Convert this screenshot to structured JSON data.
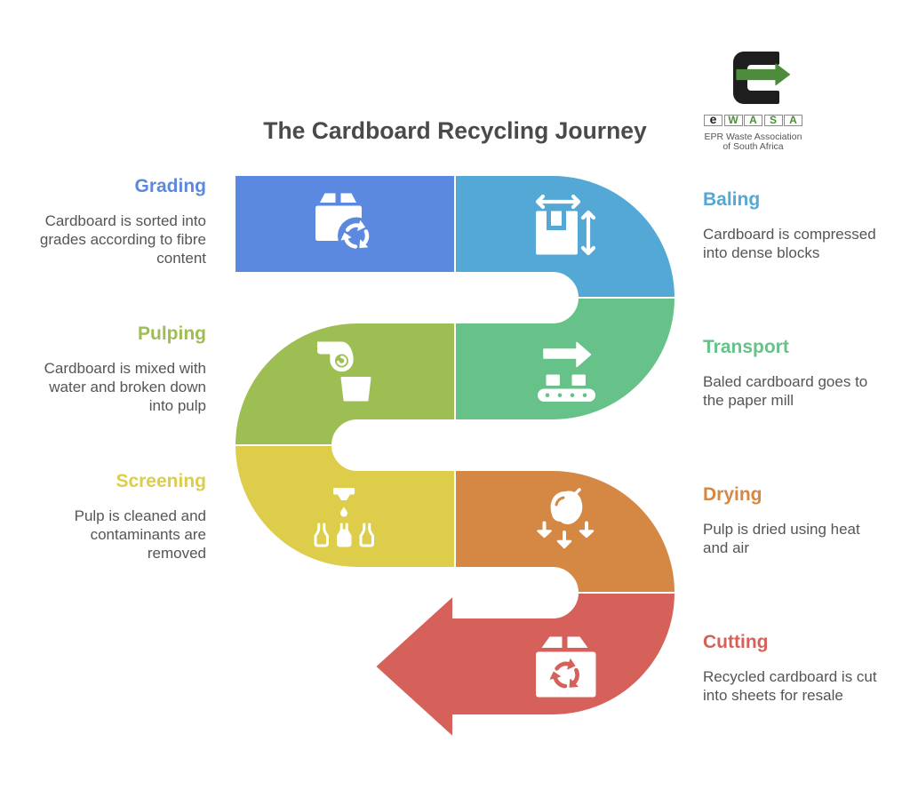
{
  "title": "The Cardboard Recycling Journey",
  "logo": {
    "icon": "ewasa-e-arrow-logo-icon",
    "mark_color": "#1e1e1e",
    "arrow_color": "#4c8c3c",
    "letters": [
      {
        "char": "e",
        "color": "#1e1e1e"
      },
      {
        "char": "W",
        "color": "#4c8c3c"
      },
      {
        "char": "A",
        "color": "#4c8c3c"
      },
      {
        "char": "S",
        "color": "#4c8c3c"
      },
      {
        "char": "A",
        "color": "#4c8c3c"
      }
    ],
    "caption": [
      "EPR Waste Association",
      "of South Africa"
    ]
  },
  "steps": [
    {
      "name": "Grading",
      "color": "#5c89e0",
      "icon": "box-recycle-icon",
      "description_lines": [
        "Cardboard is sorted into",
        "grades according to fibre",
        "content"
      ]
    },
    {
      "name": "Baling",
      "color": "#54a8d6",
      "icon": "box-dimensions-icon",
      "description_lines": [
        "Cardboard is compressed",
        "into dense blocks"
      ]
    },
    {
      "name": "Pulping",
      "color": "#9dbe52",
      "icon": "pour-swirl-bucket-icon",
      "description_lines": [
        "Cardboard is mixed with",
        "water and broken down",
        "into pulp"
      ]
    },
    {
      "name": "Transport",
      "color": "#67c289",
      "icon": "conveyor-arrow-icon",
      "description_lines": [
        "Baled cardboard goes to",
        "the paper mill"
      ]
    },
    {
      "name": "Screening",
      "color": "#ddcd4a",
      "icon": "dispenser-bottles-icon",
      "description_lines": [
        "Pulp is cleaned and",
        "contaminants are",
        "removed"
      ]
    },
    {
      "name": "Drying",
      "color": "#d48844",
      "icon": "fruit-down-arrows-icon",
      "description_lines": [
        "Pulp is dried using heat",
        "and air"
      ]
    },
    {
      "name": "Cutting",
      "color": "#d6615a",
      "icon": "recycled-box-icon",
      "description_lines": [
        "Recycled cardboard is cut",
        "into sheets for resale"
      ]
    }
  ]
}
